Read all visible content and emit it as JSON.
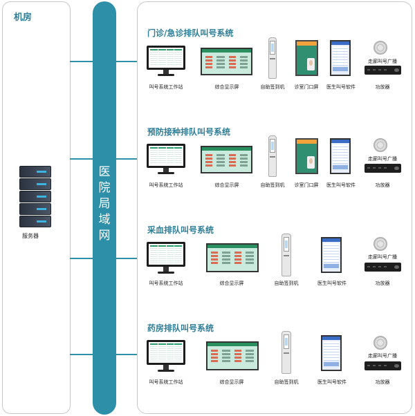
{
  "machine_room": {
    "title": "机房",
    "server_label": "服务器"
  },
  "network": {
    "label_chars": [
      "医",
      "院",
      "局",
      "域",
      "网"
    ]
  },
  "sections": [
    {
      "title": "门诊/急诊排队叫号系统",
      "devices": [
        "叫号系统工作站",
        "综合显示屏",
        "自助签到机",
        "诊室门口屏",
        "医生叫号软件",
        "功放器"
      ],
      "speaker_label": "走廊叫号广播"
    },
    {
      "title": "预防接种排队叫号系统",
      "devices": [
        "叫号系统工作站",
        "综合显示屏",
        "自助签到机",
        "诊室门口屏",
        "医生叫号软件",
        "功放器"
      ],
      "speaker_label": "走廊叫号广播"
    },
    {
      "title": "采血排队叫号系统",
      "devices": [
        "叫号系统工作站",
        "综合显示屏",
        "自助签到机",
        "医生叫号软件",
        "功放器"
      ],
      "speaker_label": "走廊叫号广播"
    },
    {
      "title": "药房排队叫号系统",
      "devices": [
        "叫号系统工作站",
        "综合显示屏",
        "自助签到机",
        "医生叫号软件",
        "功放器"
      ],
      "speaker_label": "走廊叫号广播"
    }
  ],
  "colors": {
    "accent": "#2e8fa8",
    "title": "#2e7f97"
  },
  "icons": [
    "server-icon",
    "monitor-icon",
    "display-screen-icon",
    "kiosk-icon",
    "door-screen-icon",
    "doctor-software-icon",
    "speaker-icon",
    "amplifier-icon"
  ]
}
